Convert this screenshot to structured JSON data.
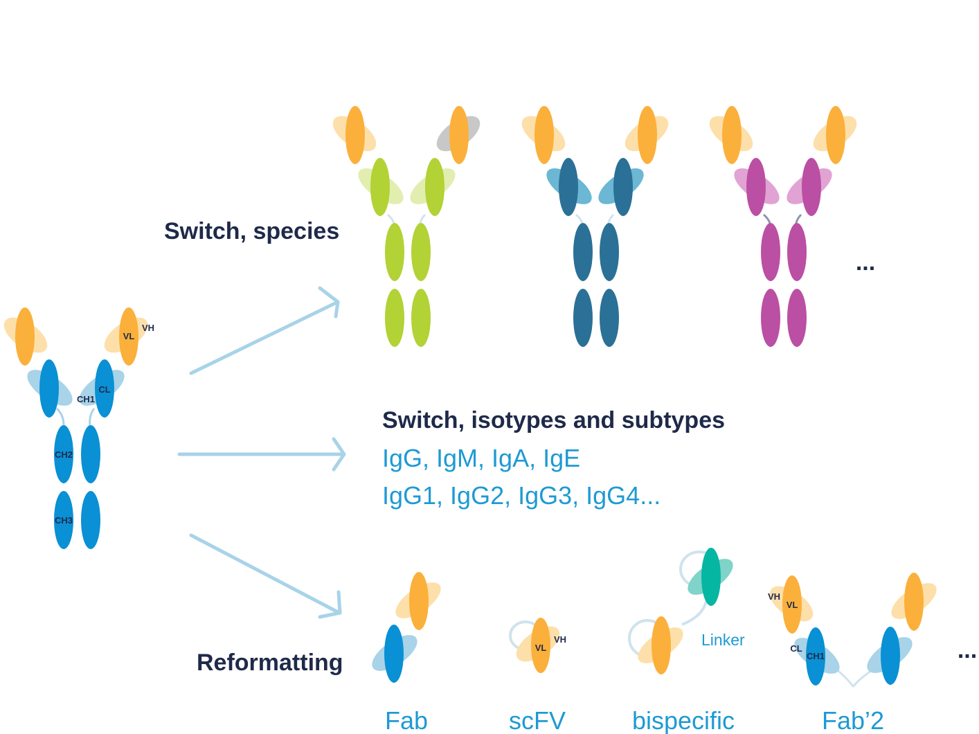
{
  "labels": {
    "switch_species": "Switch, species",
    "switch_isotypes": "Switch, isotypes and subtypes",
    "isotypes_line": "IgG, IgM, IgA, IgE",
    "subtypes_line": "IgG1, IgG2, IgG3, IgG4...",
    "reformatting": "Reformatting",
    "ellipsis": "..."
  },
  "domain_labels": {
    "vl": "VL",
    "vh": "VH",
    "cl": "CL",
    "ch1": "CH1",
    "ch2": "CH2",
    "ch3": "CH3",
    "linker": "Linker"
  },
  "formats": {
    "fab": "Fab",
    "scfv": "scFV",
    "bispecific": "bispecific",
    "fab2": "Fab’2"
  },
  "colors": {
    "orange": "#fbb03b",
    "orange_light": "#fddfaa",
    "blue": "#0a90d4",
    "blue_light": "#a8d3e8",
    "green": "#b2d235",
    "green_light": "#e2eeb0",
    "teal": "#2b7096",
    "teal_light": "#6bb7d4",
    "magenta": "#bb4fa3",
    "magenta_light": "#e1a3d3",
    "mint": "#05b6a3",
    "mint_light": "#7fd3c8",
    "gray": "#c8c8c8",
    "arrow": "#a8d3e8",
    "text_dark": "#1f2a4a",
    "text_blue": "#1e9ad3"
  }
}
